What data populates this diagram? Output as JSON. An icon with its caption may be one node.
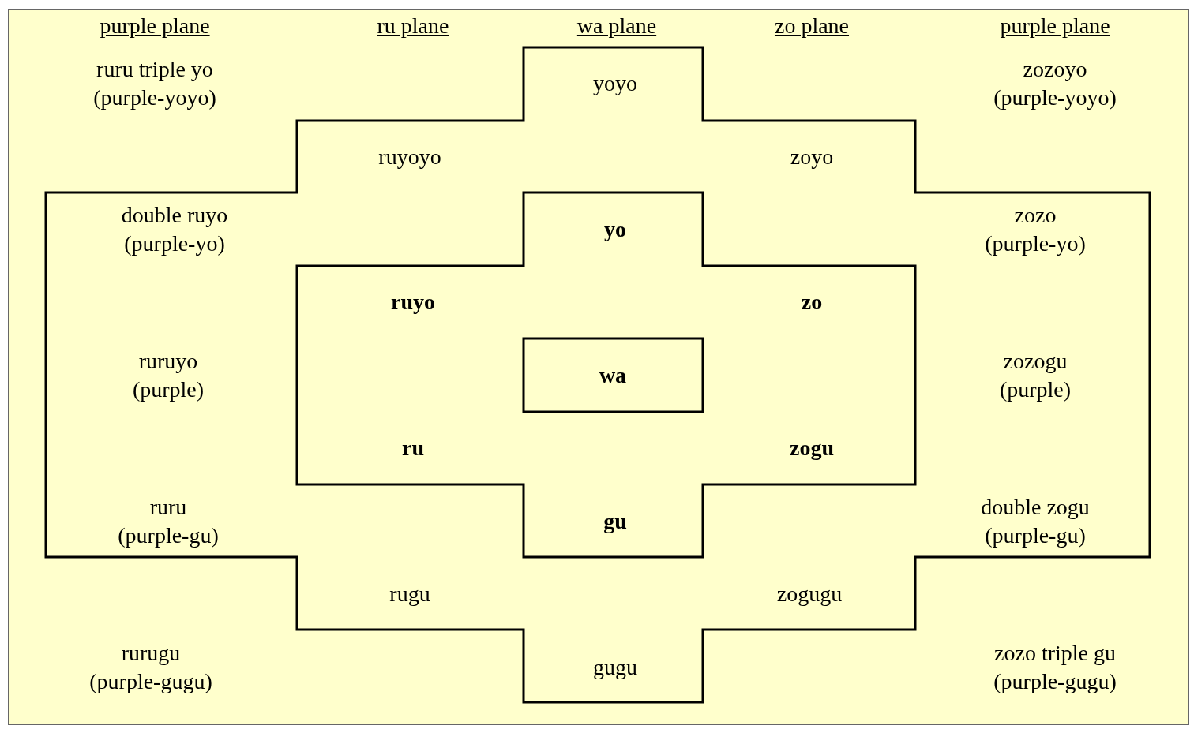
{
  "diagram": {
    "nodes": [
      {
        "text": [
          "yoyo",
          "ruyoyo",
          "zoyo",
          "double ruyo (purple-yo)",
          "zozo (purple-yo)",
          "ruruyo (purple)",
          "zozogu (purple)",
          "ruru (purple-gu)",
          "double zogu (purple-gu)",
          "rugu",
          "zogugu",
          "gugu"
        ]
      },
      {
        "text": [
          "yo",
          "ruyo",
          "zo",
          "ru",
          "zogu",
          "gu"
        ],
        "in": 0
      },
      {
        "text": [
          "wa"
        ],
        "in": 1
      }
    ],
    "edges": [],
    "labels": [
      "purple plane",
      "ru plane",
      "wa plane",
      "zo plane",
      "purple plane",
      "ruru triple yo (purple-yoyo)",
      "zozoyo (purple-yoyo)",
      "rurugu (purple-gugu)",
      "zozo triple gu (purple-gugu)"
    ]
  }
}
